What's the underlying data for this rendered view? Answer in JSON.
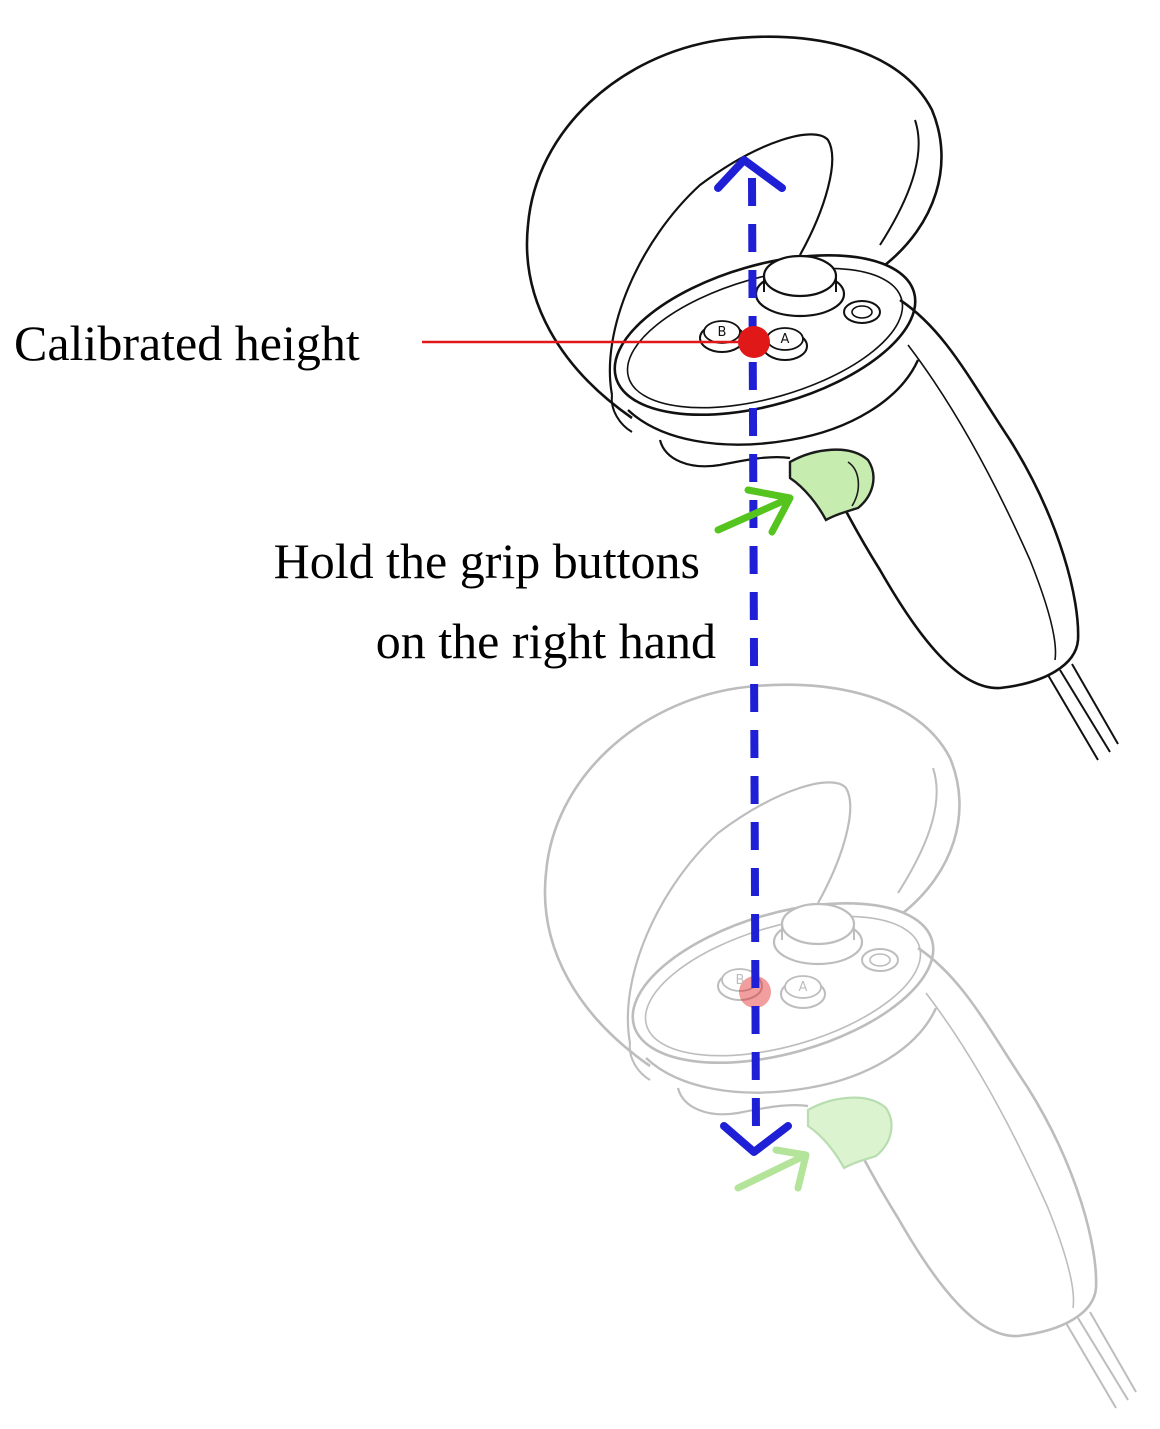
{
  "labels": {
    "calibrated_height": "Calibrated height",
    "hold_line_1": "Hold the grip buttons",
    "hold_line_2": "on the right hand"
  },
  "controller_buttons": {
    "b": "B",
    "a": "A"
  },
  "colors": {
    "outline": "#111111",
    "ghost_outline": "#bdbdbd",
    "motion_arrow": "#1f1fd6",
    "calibration_point": "#e01818",
    "grip_fill": "#c6ecb0",
    "grip_arrow": "#56c41f",
    "text": "#000000"
  },
  "icons": {
    "controller": "vr-controller-icon",
    "motion": "vertical-dashed-double-arrow",
    "point": "red-dot-marker",
    "grip": "green-arrow-icon"
  }
}
